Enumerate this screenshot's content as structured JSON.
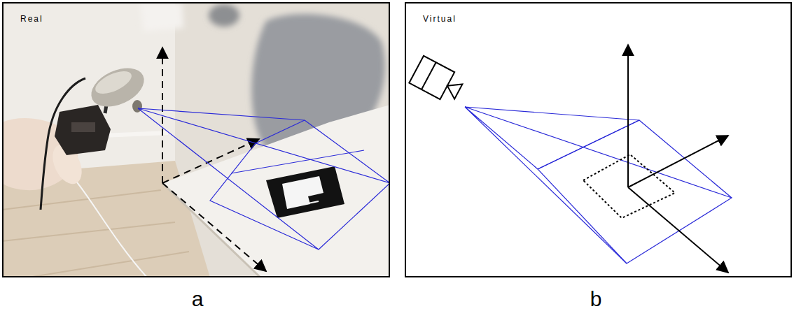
{
  "diagram": {
    "nodes": [
      {
        "text": [
          "Real"
        ]
      },
      {
        "text": [
          "Virtual"
        ]
      }
    ],
    "labels": [
      "a",
      "b"
    ]
  }
}
